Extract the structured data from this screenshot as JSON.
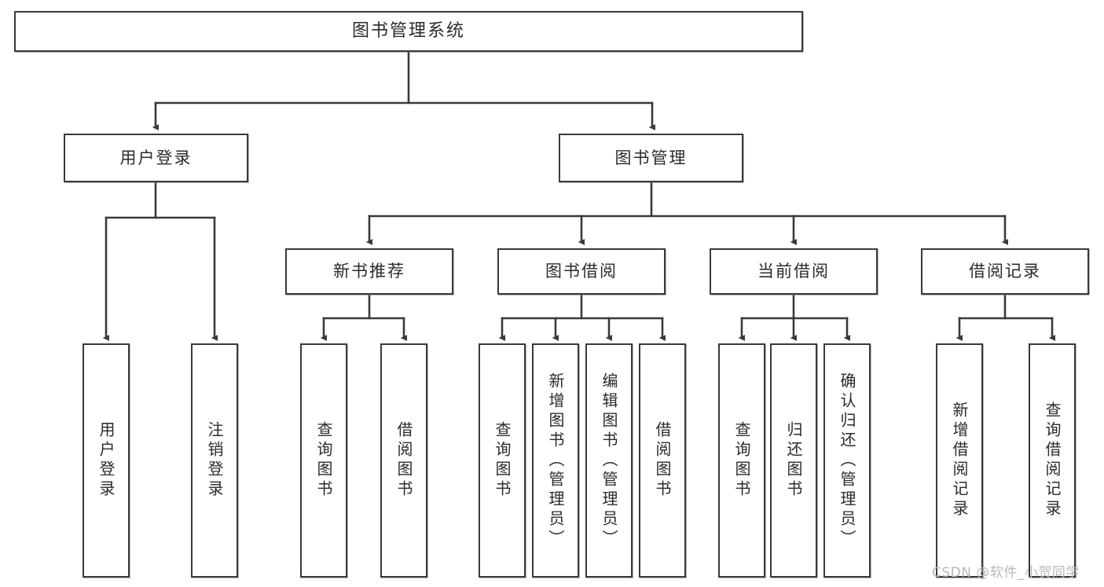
{
  "diagram": {
    "title": "图书管理系统",
    "type": "tree",
    "root": {
      "label": "图书管理系统"
    },
    "level2": [
      {
        "label": "用户登录"
      },
      {
        "label": "图书管理"
      }
    ],
    "level3": [
      {
        "label": "新书推荐"
      },
      {
        "label": "图书借阅"
      },
      {
        "label": "当前借阅"
      },
      {
        "label": "借阅记录"
      }
    ],
    "leaves": {
      "user_login": [
        {
          "label": "用户登录"
        },
        {
          "label": "注销登录"
        }
      ],
      "new_book_recommend": [
        {
          "label": "查询图书"
        },
        {
          "label": "借阅图书"
        }
      ],
      "book_borrow": [
        {
          "label": "查询图书"
        },
        {
          "label": "新增图书（管理员）"
        },
        {
          "label": "编辑图书（管理员）"
        },
        {
          "label": "借阅图书"
        }
      ],
      "current_borrow": [
        {
          "label": "查询图书"
        },
        {
          "label": "归还图书"
        },
        {
          "label": "确认归还（管理员）"
        }
      ],
      "borrow_record": [
        {
          "label": "新增借阅记录"
        },
        {
          "label": "查询借阅记录"
        }
      ]
    }
  },
  "watermark": {
    "text": "CSDN @软件_小贺同学"
  },
  "colors": {
    "stroke": "#3a3a3a",
    "text": "#2b2b2b",
    "background": "#ffffff",
    "watermark": "#b9b9b9"
  }
}
